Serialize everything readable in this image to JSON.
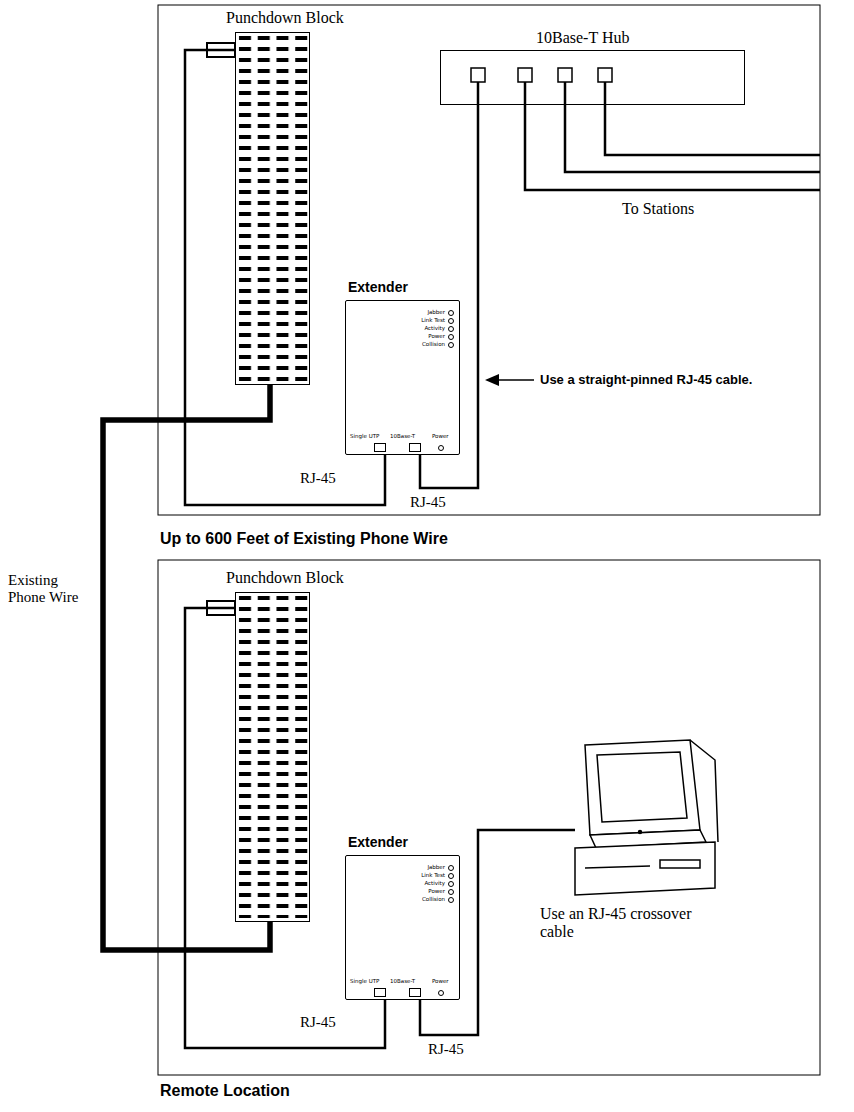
{
  "diagram": {
    "nodes": [
      {
        "text": [
          "Punchdown Block"
        ]
      },
      {
        "text": [
          "10Base-T Hub"
        ]
      },
      {
        "text": [
          "Extender",
          "Jabber",
          "Link Test",
          "Activity",
          "Power",
          "Collision",
          "Single UTP",
          "10Base-T",
          "Power"
        ]
      },
      {
        "text": [
          "Punchdown Block"
        ]
      },
      {
        "text": [
          "Extender",
          "Jabber",
          "Link Test",
          "Activity",
          "Power",
          "Collision",
          "Single UTP",
          "10Base-T",
          "Power"
        ]
      }
    ],
    "edges": [
      {
        "from": 0,
        "to": 2,
        "arrow": "none"
      },
      {
        "from": 1,
        "to": 2,
        "arrow": "none"
      },
      {
        "from": 0,
        "to": 3,
        "arrow": "none"
      },
      {
        "from": 3,
        "to": 4,
        "arrow": "none"
      }
    ],
    "labels": [
      "To Stations",
      "Use a straight-pinned RJ-45 cable.",
      "RJ-45",
      "RJ-45",
      "Up to 600 Feet of Existing Phone Wire",
      "Existing Phone Wire",
      "Use an RJ-45 crossover cable",
      "RJ-45",
      "RJ-45",
      "Remote Location"
    ]
  }
}
